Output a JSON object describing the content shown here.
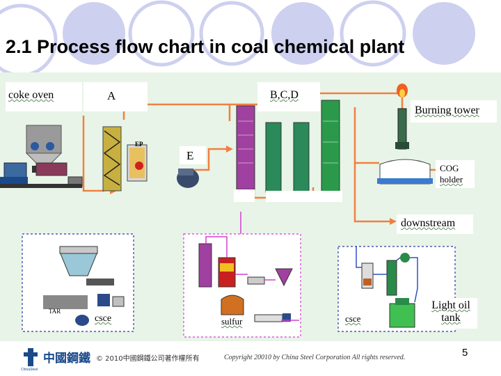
{
  "slide": {
    "title": "2.1 Process flow chart in coal chemical plant",
    "page_number": "5"
  },
  "labels": {
    "coke_oven": "coke oven",
    "a": "A",
    "bcd": "B,C,D",
    "burning_tower": "Burning tower",
    "e": "E",
    "cog_holder_line1": "COG",
    "cog_holder_line2": "holder",
    "downstream": "downstream",
    "tar": "TAR",
    "csce_left": "csce",
    "sulfur": "sulfur",
    "csce_right": "csce",
    "light_oil_line1": "Light oil",
    "light_oil_line2": "tank",
    "ep": "EP"
  },
  "footer": {
    "company_logo_text": "中國鋼鐵",
    "logo_subtext": "ChinaSteel",
    "copyright_cn": "© 2010中國鋼鐵公司著作權所有",
    "copyright_en": "Copyright 20010 by China Steel Corporation All rights reserved."
  },
  "colors": {
    "flow_line": "#f08040",
    "sulfur_line": "#d040d0",
    "oil_line": "#3050c0",
    "tower_purple": "#a040a0",
    "equipment_green": "#2a9a4a",
    "decoration_circle": "#cdd0ee",
    "diagram_bg": "#e8f4e8"
  }
}
